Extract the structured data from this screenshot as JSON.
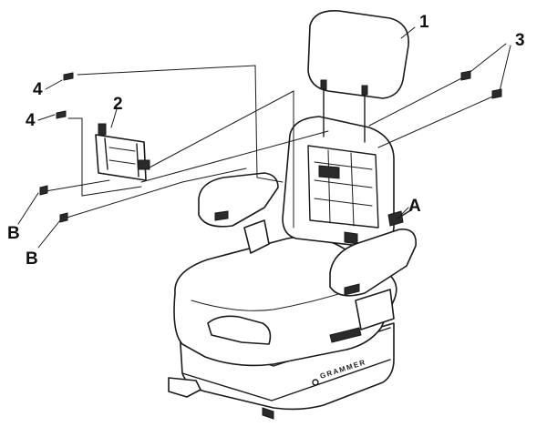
{
  "labels": {
    "headrest": "1",
    "bracket": "2",
    "cable_right": "3",
    "connector_top": "4",
    "connector_bottom": "4",
    "plug_top": "B",
    "plug_bottom": "B",
    "lever": "A"
  },
  "brand": "GRAMMER"
}
